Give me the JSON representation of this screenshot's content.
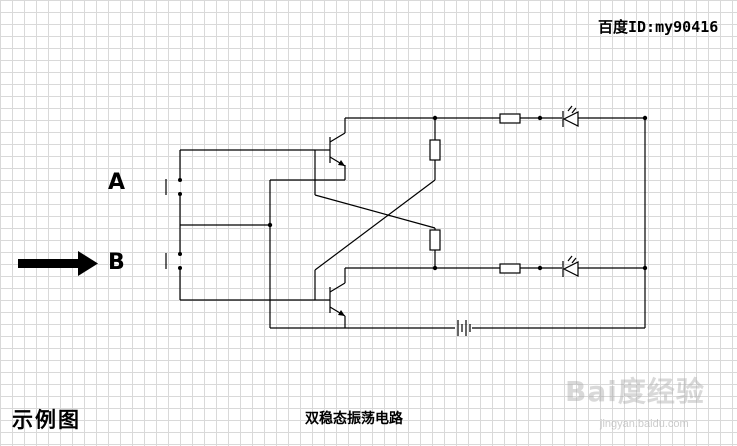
{
  "header": {
    "baidu_id": "百度ID:my90416"
  },
  "labels": {
    "switch_a": "A",
    "switch_b": "B"
  },
  "footer": {
    "example_label": "示例图",
    "diagram_title": "双稳态振荡电路"
  },
  "watermark": {
    "brand": "Bai度经验",
    "url": "jingyan.baidu.com"
  },
  "components": {
    "transistors": [
      "upper-transistor",
      "lower-transistor"
    ],
    "resistors": [
      "collector-resistor-upper",
      "collector-resistor-lower",
      "led-resistor-upper",
      "led-resistor-lower"
    ],
    "leds": [
      "led-upper",
      "led-lower"
    ],
    "switches": [
      "switch-a",
      "switch-b"
    ],
    "power": "battery"
  },
  "indicator": {
    "selected_switch": "B",
    "icon": "right-arrow-icon"
  }
}
